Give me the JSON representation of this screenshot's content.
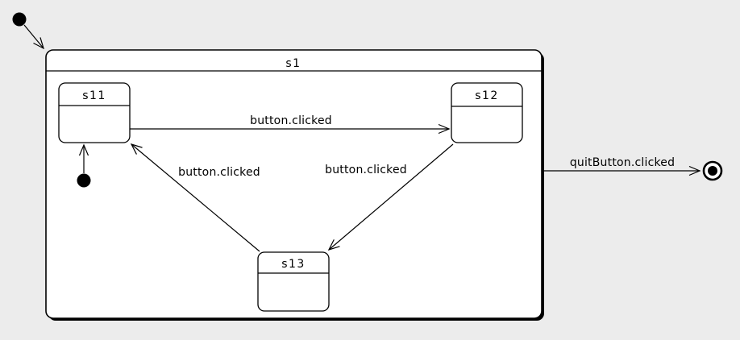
{
  "diagram": {
    "kind": "uml-state-machine",
    "composite_state": {
      "label": "s1"
    },
    "states": [
      {
        "id": "s11",
        "label": "s11"
      },
      {
        "id": "s12",
        "label": "s12"
      },
      {
        "id": "s13",
        "label": "s13"
      }
    ],
    "transitions": [
      {
        "from": "s11",
        "to": "s12",
        "label": "button.clicked"
      },
      {
        "from": "s13",
        "to": "s11",
        "label": "button.clicked"
      },
      {
        "from": "s12",
        "to": "s13",
        "label": "button.clicked"
      },
      {
        "from": "s1",
        "to": "final",
        "label": "quitButton.clicked"
      }
    ],
    "pseudostates": {
      "initial_outer": "initial-state",
      "initial_inner": "initial-state",
      "final": "final-state"
    },
    "colors": {
      "background": "#ececec",
      "state_fill": "#ffffff",
      "line": "#000000",
      "shadow": "#000000"
    }
  }
}
